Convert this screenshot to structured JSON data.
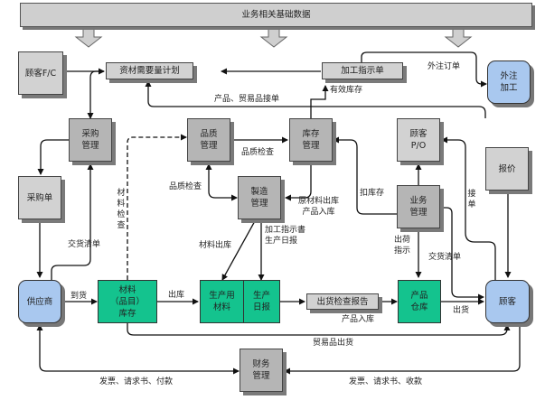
{
  "banner": {
    "title": "业务相关基础数据"
  },
  "nodes": {
    "customer_fc": "顾客F/C",
    "mrp": "资材需要量计划",
    "processing_order": "加工指示单",
    "outsourcing": "外注\n加工",
    "purchase_mgmt": "采购\n管理",
    "quality_mgmt": "品质\n管理",
    "inventory_mgmt": "库存\n管理",
    "customer_po": "顾客\nP/O",
    "purchase_order": "采购单",
    "manufacturing_mgmt": "製造\n管理",
    "business_mgmt": "业务\n管理",
    "quotation": "报价",
    "supplier": "供应商",
    "material_stock": "材料\n（品目）\n库存",
    "production_material": "生产用\n材料",
    "production_daily": "生产\n日报",
    "shipping_report": "出货检查报告",
    "product_warehouse": "产品\n仓库",
    "customer": "顾客",
    "finance_mgmt": "财务\n管理"
  },
  "edge_labels": {
    "outsourcing_order": "外注订单",
    "product_trade_order": "产品、贸易品接单",
    "effective_stock": "有效库存",
    "material_inspection": "材料检查",
    "quality_check_1": "品质检查",
    "quality_check_2": "品质检查",
    "raw_out_product_in": "原材料出库\n产品入库",
    "processing_daily": "加工指示書\n生产日报",
    "material_out": "材料出库",
    "deduct_stock": "扣库存",
    "accept_order": "接单",
    "ship_instruction": "出荷\n指示",
    "delivery_list_1": "交货清单",
    "delivery_list_2": "交货清单",
    "arrival": "到货",
    "out_stock": "出库",
    "product_in": "产品入库",
    "shipment": "出货",
    "trade_shipment": "贸易品出货",
    "invoice_pay": "发票、请求书、付款",
    "invoice_collect": "发票、请求书、收款"
  },
  "colors": {
    "dark_gray": "#b5b5b5",
    "light_gray": "#d2d2d2",
    "green": "#14c38e",
    "blue": "#a9c8ef"
  }
}
